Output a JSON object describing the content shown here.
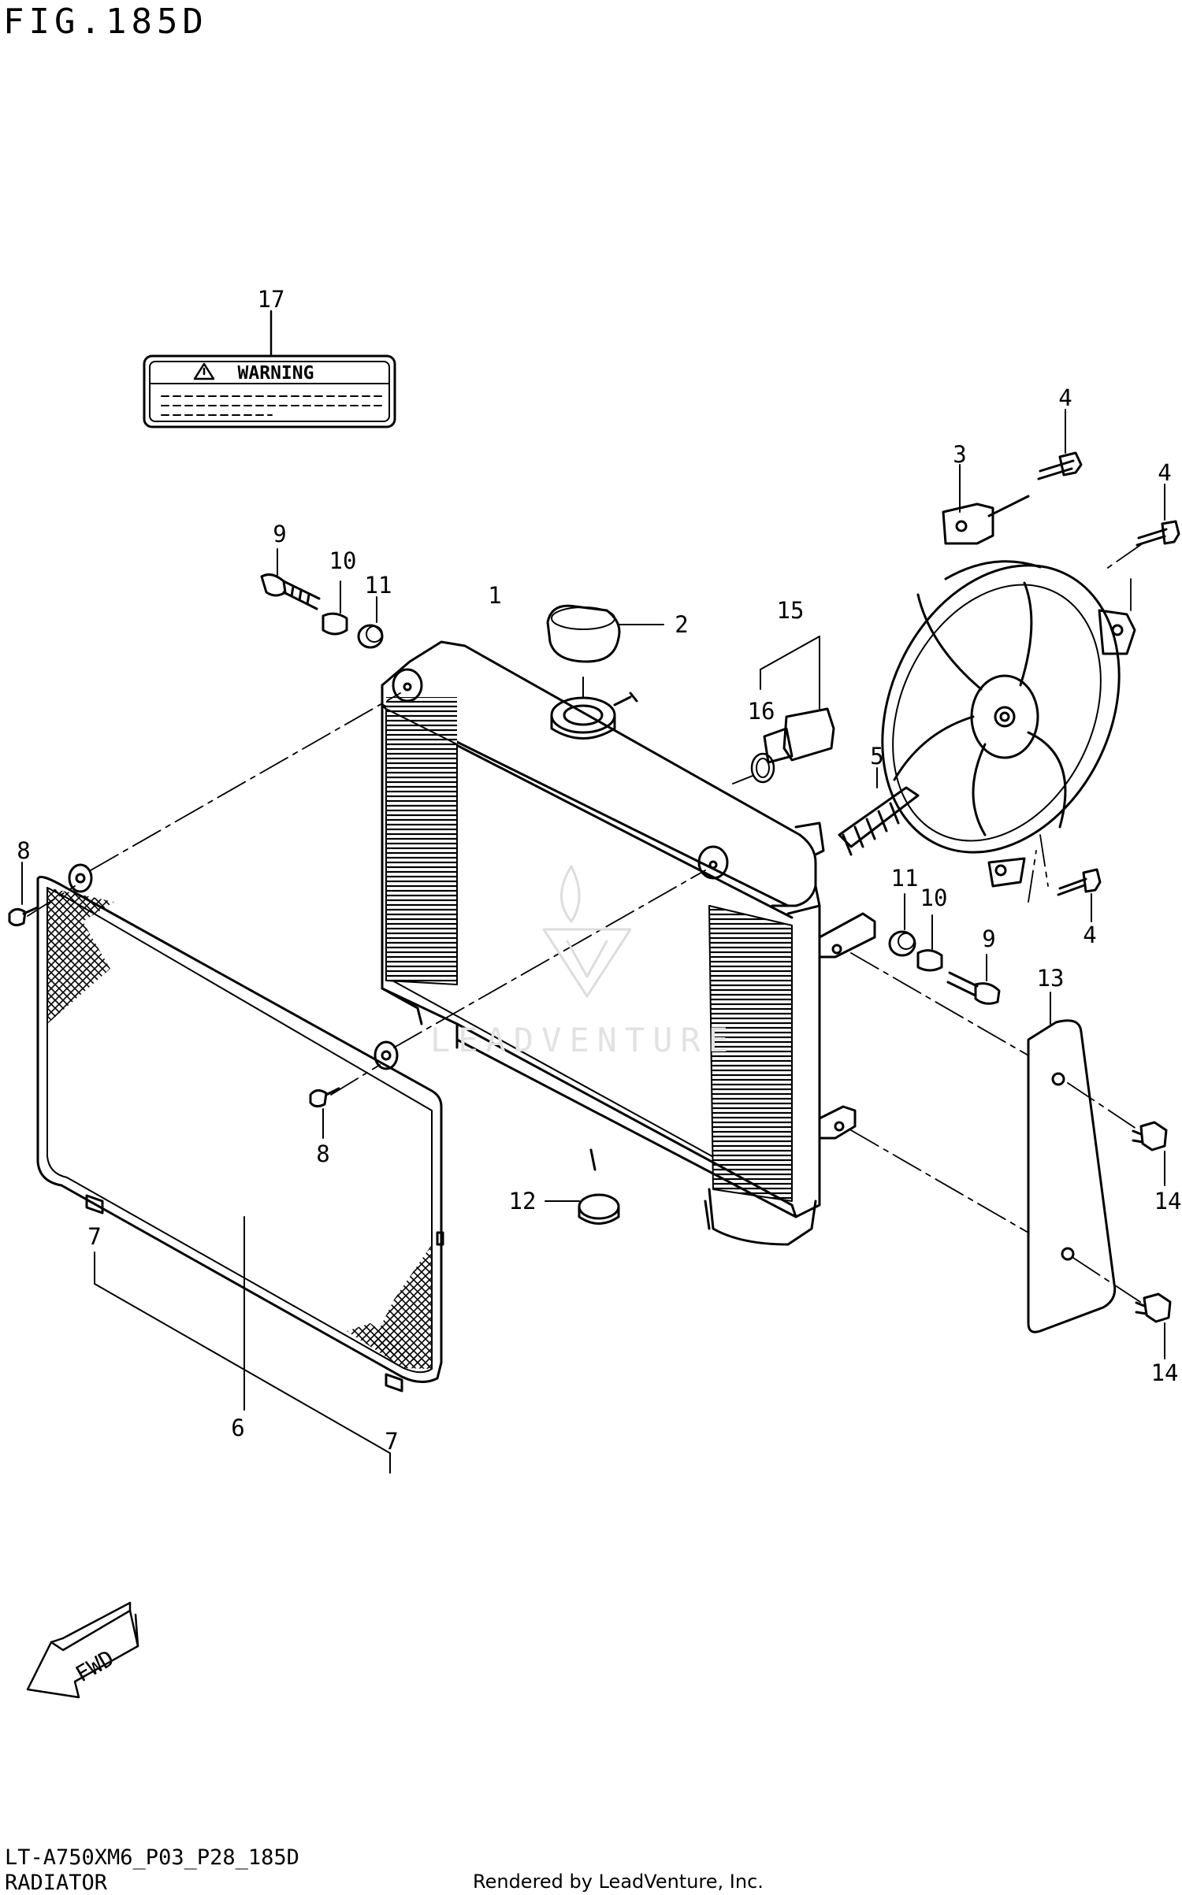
{
  "figure": {
    "title": "FIG.185D",
    "code": "LT-A750XM6_P03_P28_185D",
    "name": "RADIATOR",
    "rendered_by": "Rendered by LeadVenture, Inc."
  },
  "label_plate": {
    "text": "WARNING",
    "icon": "warning-triangle-icon"
  },
  "fwd_arrow": {
    "text": "FWD"
  },
  "watermark": {
    "text": "LEADVENTURE"
  },
  "callouts": [
    {
      "id": "c-17",
      "text": "17"
    },
    {
      "id": "c-4a",
      "text": "4"
    },
    {
      "id": "c-3",
      "text": "3"
    },
    {
      "id": "c-4b",
      "text": "4"
    },
    {
      "id": "c-9a",
      "text": "9"
    },
    {
      "id": "c-10a",
      "text": "10"
    },
    {
      "id": "c-11a",
      "text": "11"
    },
    {
      "id": "c-1",
      "text": "1"
    },
    {
      "id": "c-2",
      "text": "2"
    },
    {
      "id": "c-15",
      "text": "15"
    },
    {
      "id": "c-16",
      "text": "16"
    },
    {
      "id": "c-5",
      "text": "5"
    },
    {
      "id": "c-8a",
      "text": "8"
    },
    {
      "id": "c-11b",
      "text": "11"
    },
    {
      "id": "c-10b",
      "text": "10"
    },
    {
      "id": "c-9b",
      "text": "9"
    },
    {
      "id": "c-4c",
      "text": "4"
    },
    {
      "id": "c-13",
      "text": "13"
    },
    {
      "id": "c-8b",
      "text": "8"
    },
    {
      "id": "c-12",
      "text": "12"
    },
    {
      "id": "c-14a",
      "text": "14"
    },
    {
      "id": "c-14b",
      "text": "14"
    },
    {
      "id": "c-7a",
      "text": "7"
    },
    {
      "id": "c-6",
      "text": "6"
    },
    {
      "id": "c-7b",
      "text": "7"
    }
  ]
}
